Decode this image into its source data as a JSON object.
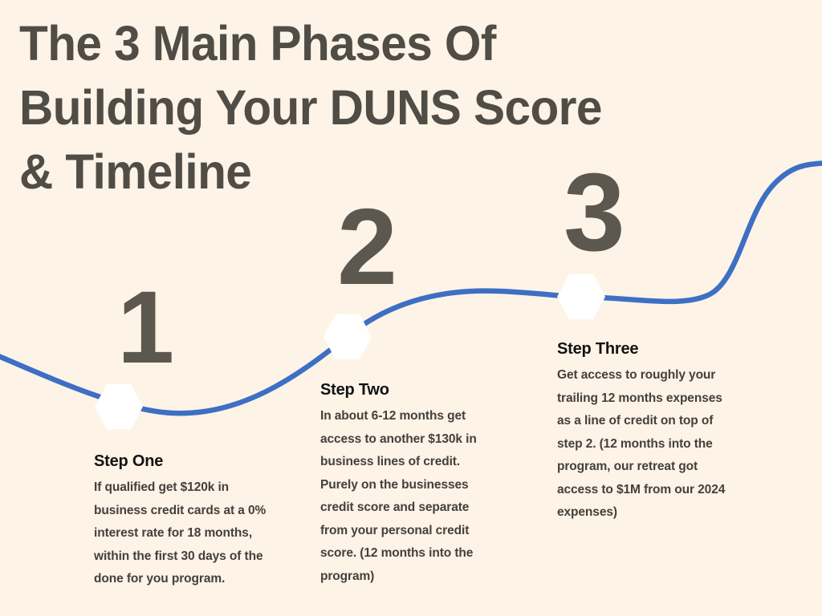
{
  "page": {
    "background_color": "#FDF3E7",
    "title": "The 3 Main Phases Of\nBuilding Your DUNS Score\n& Timeline",
    "title_color": "#504C46",
    "accent_color": "#3D6FC4"
  },
  "timeline": {
    "line_color": "#3D6FC4",
    "node_color": "#FFFFFF",
    "node_shape": "hexagon",
    "steps": [
      {
        "number": "1",
        "title": "Step One",
        "body": "If qualified get $120k in business credit cards at a 0% interest rate for 18 months, within the first 30 days of the done for you program."
      },
      {
        "number": "2",
        "title": "Step Two",
        "body": "In about 6-12 months get access to another $130k in business lines of credit. Purely on the businesses credit score and separate from your personal credit score. (12 months into the program)"
      },
      {
        "number": "3",
        "title": "Step Three",
        "body": "Get access to roughly your trailing 12 months expenses as a line of credit on top of step 2. (12 months into the program, our retreat got access to $1M from our 2024 expenses)"
      }
    ]
  }
}
